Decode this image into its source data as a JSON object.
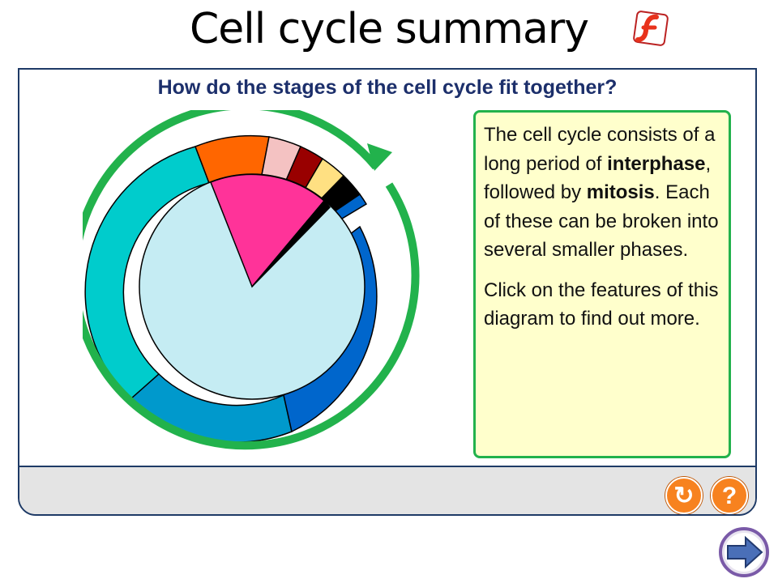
{
  "slide": {
    "title": "Cell cycle summary"
  },
  "panel": {
    "question": "How do the stages of the cell cycle fit together?"
  },
  "info": {
    "p1_before_interphase": "The cell cycle consists of a long period of ",
    "interphase": "interphase",
    "p1_middle": ", followed by ",
    "mitosis": "mitosis",
    "p1_after": ". Each of these can be broken into several smaller phases.",
    "p2": "Click on the features of this diagram to find out more."
  },
  "buttons": {
    "reset_glyph": "↻",
    "help_glyph": "?"
  },
  "icons": {
    "logo": "flash-logo-icon",
    "reset": "reset-icon",
    "help": "help-icon",
    "next": "next-arrow-icon"
  },
  "colors": {
    "cycle_arrow": "#22b24c",
    "inner_circle": "#c5ecf3",
    "mitosis_wedge": "#ff3399",
    "cytokinesis_wedge": "#000000",
    "outer_teal": "#00cccc",
    "outer_mid_blue": "#0099cc",
    "outer_blue": "#0066cc",
    "outer_orange": "#ff6600",
    "outer_pink": "#f4c2c2",
    "outer_dark_red": "#990000",
    "outer_yellow": "#ffe082",
    "outer_black": "#000000",
    "info_bg": "#ffffcc",
    "info_border": "#22b24c",
    "button_orange": "#f7821f",
    "title_navy": "#1c2f6b"
  }
}
